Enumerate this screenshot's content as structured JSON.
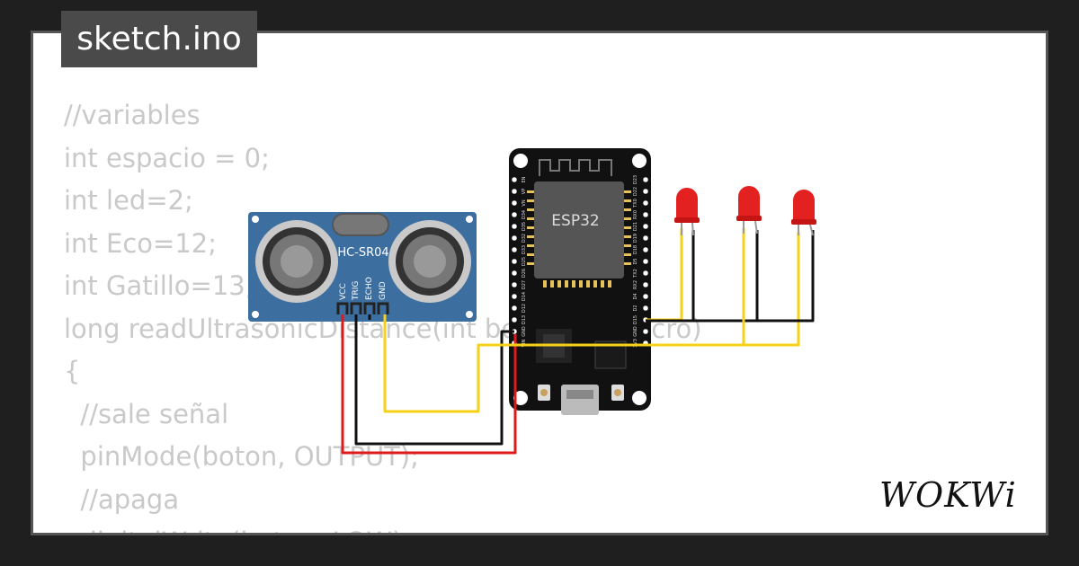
{
  "header": {
    "filename": "sketch.ino"
  },
  "code": [
    "//variables",
    "int espacio = 0;",
    "int led=2;",
    "int Eco=12;",
    "int Gatillo=13;",
    "long readUltrasonicDistance(int boton, int micro)",
    "{",
    "  //sale señal",
    "  pinMode(boton, OUTPUT);",
    "  //apaga",
    "  digitalWrite(boton, LOW);"
  ],
  "board": {
    "label": "ESP32",
    "left_pins": [
      "EN",
      "VP",
      "VN",
      "D34",
      "D35",
      "D32",
      "D33",
      "D25",
      "D26",
      "D27",
      "D14",
      "D12",
      "D13",
      "GND",
      "VIN"
    ],
    "right_pins": [
      "D23",
      "D22",
      "TX0",
      "RX0",
      "D21",
      "D19",
      "D18",
      "D5",
      "TX2",
      "RX2",
      "D4",
      "D2",
      "D15",
      "GND",
      "3V3"
    ]
  },
  "sensor": {
    "label": "HC-SR04",
    "pins": [
      "VCC",
      "TRIG",
      "ECHO",
      "GND"
    ]
  },
  "logo": {
    "text": "WOKWi"
  }
}
